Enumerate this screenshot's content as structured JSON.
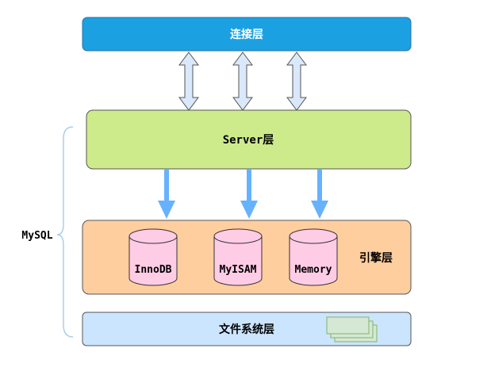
{
  "layers": {
    "connection": {
      "label": "连接层"
    },
    "server": {
      "label": "Server层"
    },
    "engine": {
      "label": "引擎层",
      "engines": [
        {
          "label": "InnoDB"
        },
        {
          "label": "MyISAM"
        },
        {
          "label": "Memory"
        }
      ]
    },
    "filesystem": {
      "label": "文件系统层"
    }
  },
  "group_label": "MySQL",
  "colors": {
    "connection_fill": "#1ba1e2",
    "server_fill": "#cdeb8b",
    "engine_fill": "#ffce9f",
    "filesystem_fill": "#cce5ff",
    "cylinder_fill": "#ffcce6",
    "arrow_blue": "#66b2ff",
    "bidirectional_arrow_fill": "#dae8fc",
    "file_icon_fill": "#d5e8d4"
  }
}
